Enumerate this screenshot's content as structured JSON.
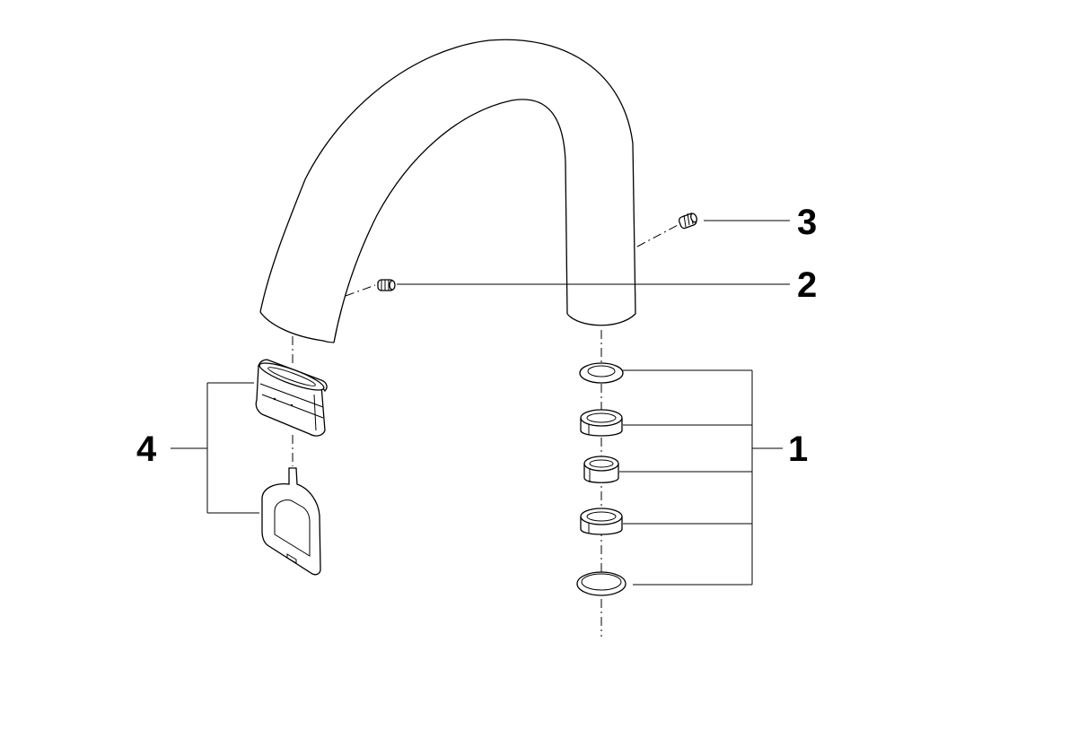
{
  "callouts": {
    "seal_set": "1",
    "screw_front": "2",
    "screw_rear": "3",
    "aerator_set": "4"
  },
  "colors": {
    "line": "#000000",
    "background": "#ffffff"
  }
}
